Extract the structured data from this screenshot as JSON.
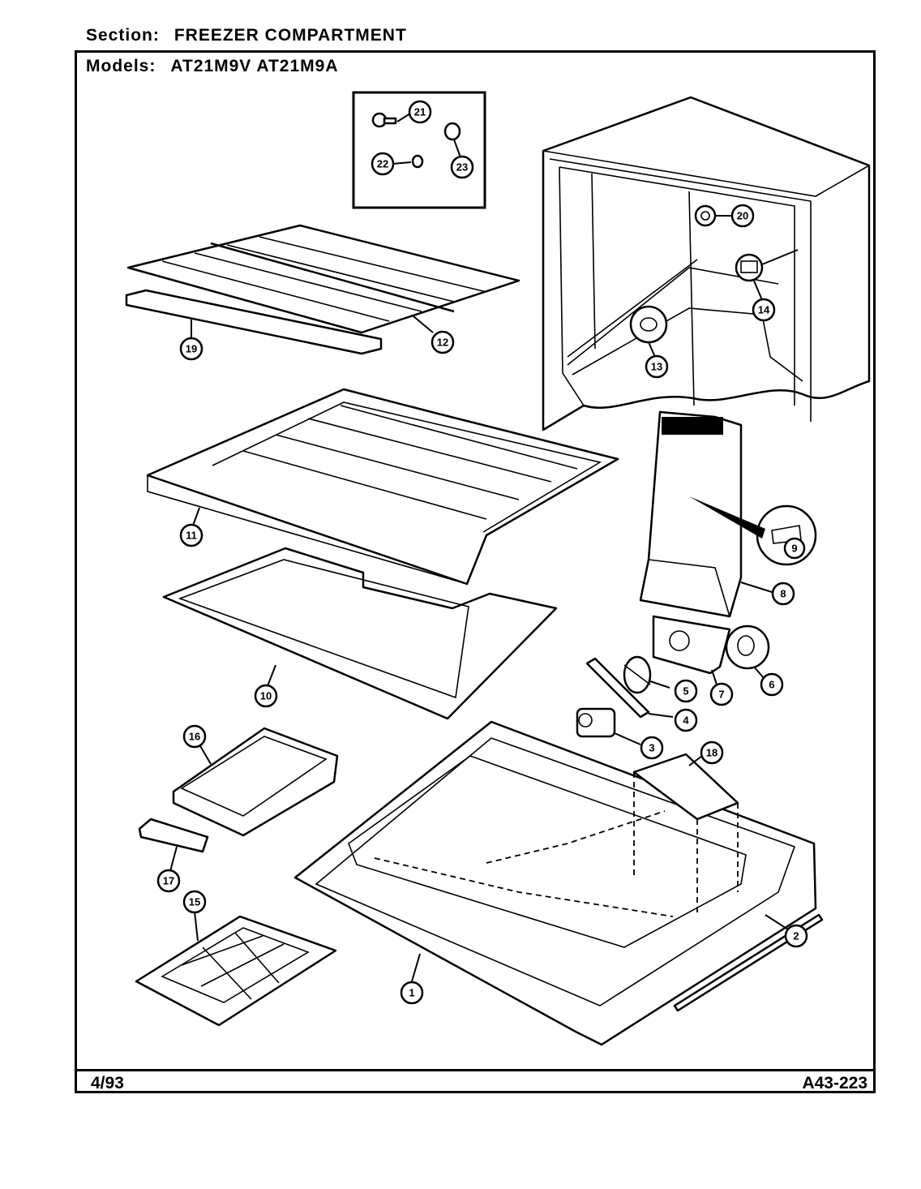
{
  "header": {
    "section_label": "Section:",
    "section_value": "FREEZER COMPARTMENT",
    "models_label": "Models:",
    "models_value": "AT21M9V AT21M9A"
  },
  "footer": {
    "date": "4/93",
    "code": "A43-223"
  },
  "callouts": [
    "21",
    "22",
    "23",
    "20",
    "14",
    "13",
    "19",
    "12",
    "11",
    "10",
    "9",
    "8",
    "6",
    "7",
    "5",
    "4",
    "3",
    "18",
    "16",
    "17",
    "15",
    "1",
    "2"
  ]
}
